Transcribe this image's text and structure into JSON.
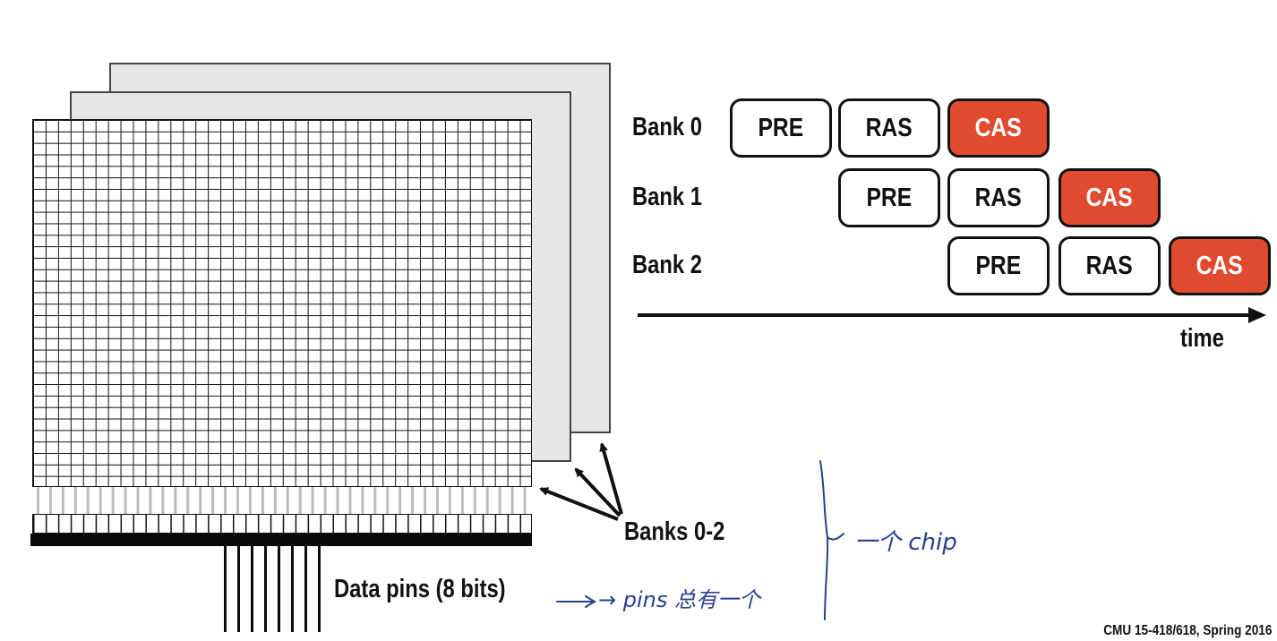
{
  "diagram": {
    "banks": [
      {
        "label": "Bank 0",
        "commands": [
          {
            "label": "PRE",
            "state": "idle"
          },
          {
            "label": "RAS",
            "state": "idle"
          },
          {
            "label": "CAS",
            "state": "active"
          }
        ]
      },
      {
        "label": "Bank 1",
        "commands": [
          {
            "label": "PRE",
            "state": "idle"
          },
          {
            "label": "RAS",
            "state": "idle"
          },
          {
            "label": "CAS",
            "state": "active"
          }
        ]
      },
      {
        "label": "Bank 2",
        "commands": [
          {
            "label": "PRE",
            "state": "idle"
          },
          {
            "label": "RAS",
            "state": "idle"
          },
          {
            "label": "CAS",
            "state": "active"
          }
        ]
      }
    ],
    "time_axis_label": "time",
    "banks_label": "Banks 0-2",
    "data_pins_label": "Data pins (8 bits)",
    "data_pin_count": 8,
    "footer": "CMU 15-418/618, Spring 2016",
    "annotations": {
      "chip_note": "一个 chip",
      "pins_note": "→ pins 总有一个"
    }
  },
  "colors": {
    "cas_fill": "#e04a2f",
    "bank_layer_fill": "#e6e6e8",
    "ink": "#111111",
    "handwriting_ink": "#2a3f8f"
  }
}
